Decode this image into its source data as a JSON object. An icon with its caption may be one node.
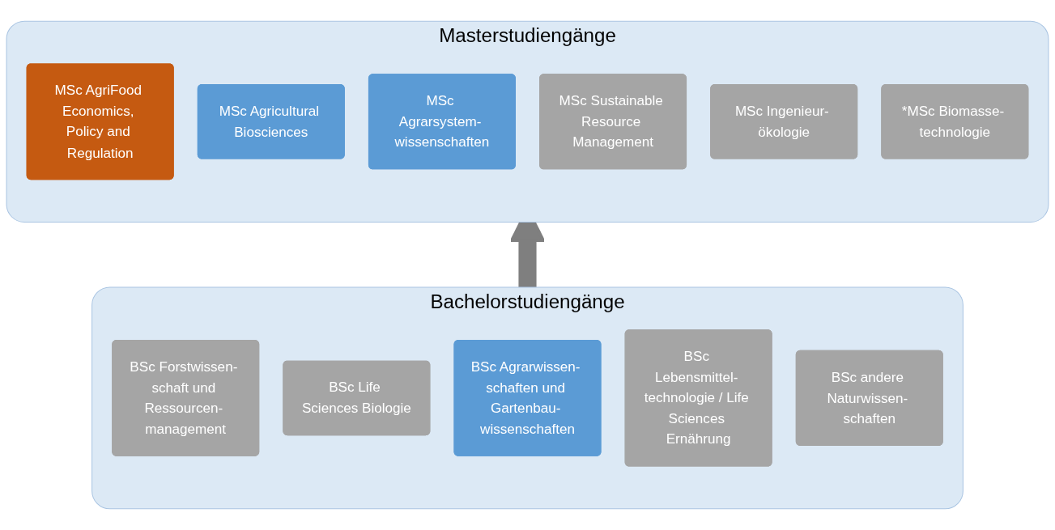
{
  "diagram": {
    "nodes": [
      {
        "text": [
          "Masterstudiengänge"
        ]
      },
      {
        "text": [
          "MSc AgriFood Economics, Policy and Regulation"
        ],
        "in": 0
      },
      {
        "text": [
          "MSc Agricultural Biosciences"
        ],
        "in": 0
      },
      {
        "text": [
          "MSc Agrarsystem- wissenschaften"
        ],
        "in": 0
      },
      {
        "text": [
          "MSc Sustainable Resource Management"
        ],
        "in": 0
      },
      {
        "text": [
          "MSc Ingenieur- ökologie"
        ],
        "in": 0
      },
      {
        "text": [
          "*MSc Biomasse- technologie"
        ],
        "in": 0
      },
      {
        "text": [
          "Bachelorstudiengänge"
        ]
      },
      {
        "text": [
          "BSc Forstwissen- schaft und Ressourcen- management"
        ],
        "in": 7
      },
      {
        "text": [
          "BSc Life Sciences Biologie"
        ],
        "in": 7
      },
      {
        "text": [
          "BSc Agrarwissen- schaften und Gartenbau- wissenschaften"
        ],
        "in": 7
      },
      {
        "text": [
          "BSc Lebensmittel- technologie / Life Sciences Ernährung"
        ],
        "in": 7
      },
      {
        "text": [
          "BSc andere Naturwissen- schaften"
        ],
        "in": 7
      }
    ],
    "edges": [
      {
        "from": 7,
        "to": 0,
        "arrow": "to"
      }
    ]
  }
}
